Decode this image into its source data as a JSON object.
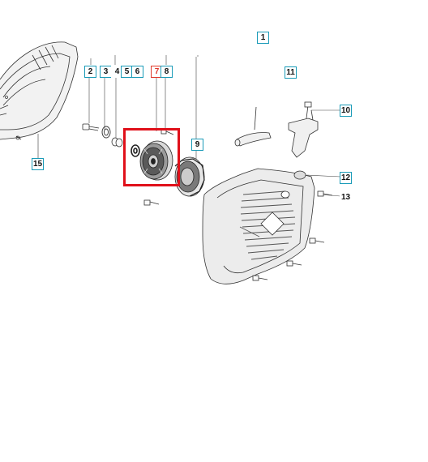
{
  "diagram": {
    "callouts": [
      {
        "id": "c1",
        "label": "1"
      },
      {
        "id": "c2",
        "label": "2"
      },
      {
        "id": "c3",
        "label": "3"
      },
      {
        "id": "c4",
        "label": "4"
      },
      {
        "id": "c5",
        "label": "5"
      },
      {
        "id": "c6",
        "label": "6"
      },
      {
        "id": "c7",
        "label": "7"
      },
      {
        "id": "c8",
        "label": "8"
      },
      {
        "id": "c9",
        "label": "9"
      },
      {
        "id": "c10",
        "label": "10"
      },
      {
        "id": "c11",
        "label": "11"
      },
      {
        "id": "c12",
        "label": "12"
      },
      {
        "id": "c13",
        "label": "13"
      },
      {
        "id": "c15",
        "label": "15"
      }
    ],
    "colors": {
      "callout_border": "#1a9bb8",
      "highlight": "#e0101a",
      "highlighted_label": "#e0392b",
      "line": "#333333"
    },
    "highlighted_part": "7"
  }
}
